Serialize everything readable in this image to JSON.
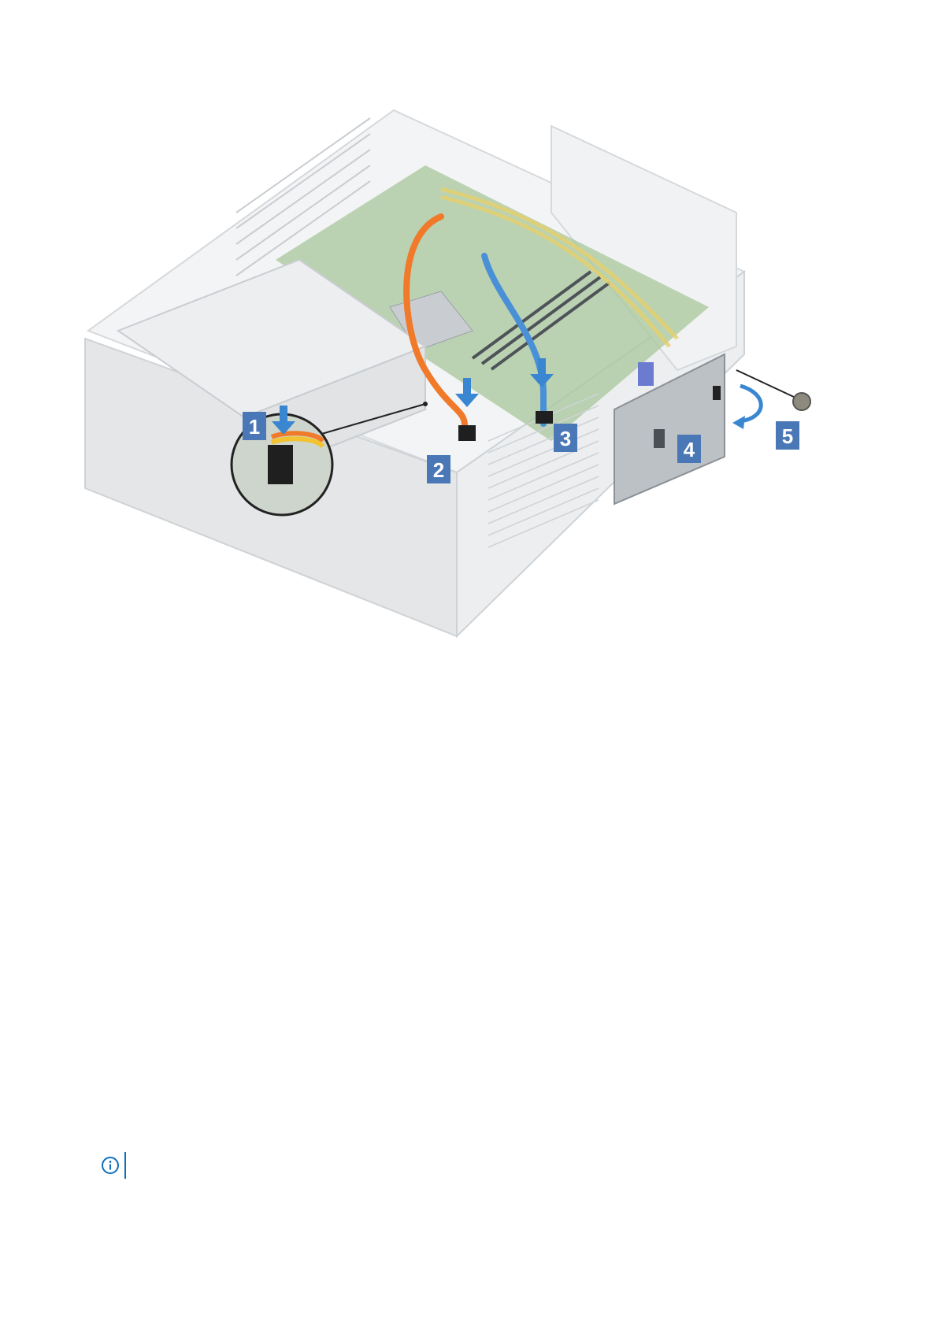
{
  "figure": {
    "callouts": [
      "1",
      "2",
      "3",
      "4",
      "5"
    ],
    "colors": {
      "callout": "#4a77b6",
      "arrow": "#3a86d0",
      "sata_orange": "#f07a2a",
      "sata_blue": "#4a90d6",
      "chassis": "#e4e6e8",
      "board": "#7ea76e"
    }
  },
  "note": {
    "icon": "info-icon",
    "color": "#0b6fc0"
  }
}
